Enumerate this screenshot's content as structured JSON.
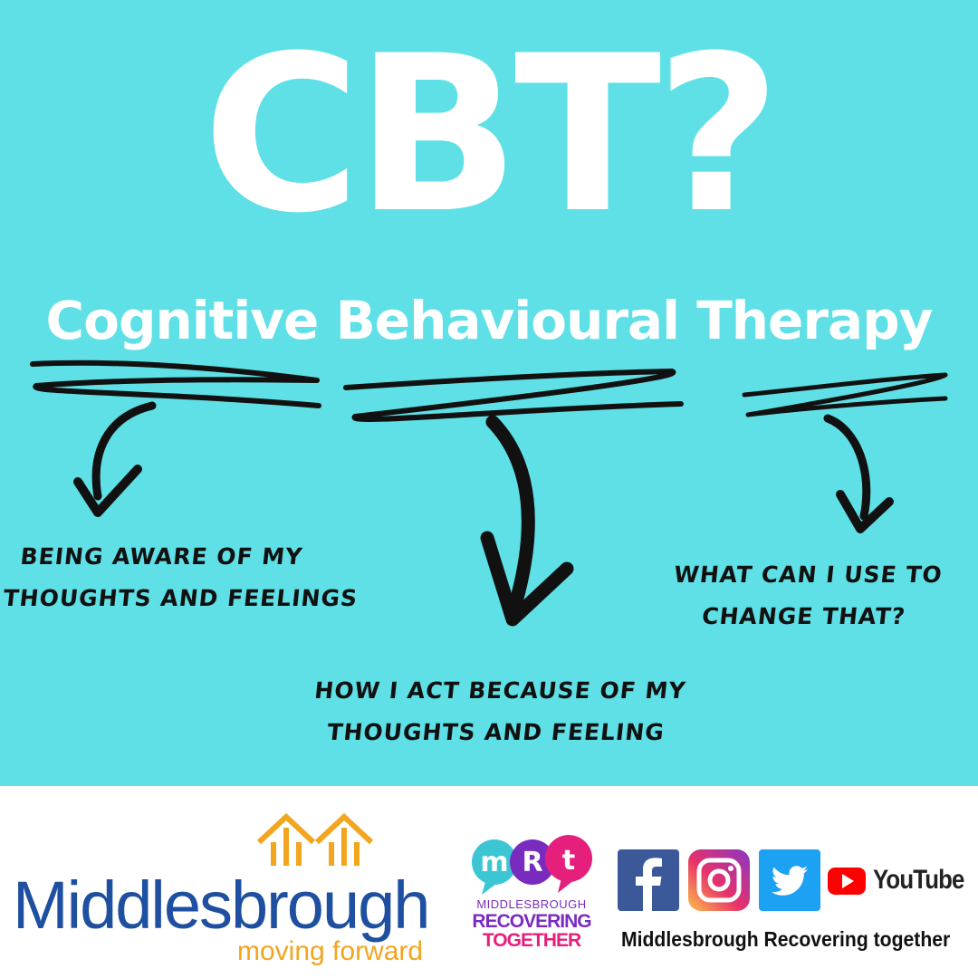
{
  "colors": {
    "background": "#5ee0e6",
    "headline": "#ffffff",
    "ink": "#111111",
    "brand_blue": "#1e4fa0",
    "brand_orange": "#f2a51e",
    "mrt_purple": "#7a2bbf",
    "mrt_pink": "#e61f7d",
    "mrt_teal": "#3cc6d4",
    "facebook": "#3b5998",
    "twitter": "#1da1f2",
    "youtube": "#ff0000"
  },
  "poster": {
    "headline": "CBT?",
    "subtitle": "Cognitive Behavioural Therapy",
    "points": [
      {
        "lines": [
          "Being aware of my",
          "thoughts and feelings"
        ]
      },
      {
        "lines": [
          "How I act because of my",
          "thoughts and feeling"
        ]
      },
      {
        "lines": [
          "What can I use to",
          "change that?"
        ]
      }
    ]
  },
  "footer": {
    "middlesbrough_logo": {
      "name": "Middlesbrough",
      "tagline": "moving forward"
    },
    "mrt_logo": {
      "mark": "mrt",
      "line1": "MIDDLESBROUGH",
      "line2": "RECOVERING",
      "line3": "TOGETHER"
    },
    "social": {
      "icons": [
        "facebook-icon",
        "instagram-icon",
        "twitter-icon",
        "youtube-icon"
      ],
      "youtube_label": "YouTube",
      "caption": "Middlesbrough Recovering together"
    }
  }
}
